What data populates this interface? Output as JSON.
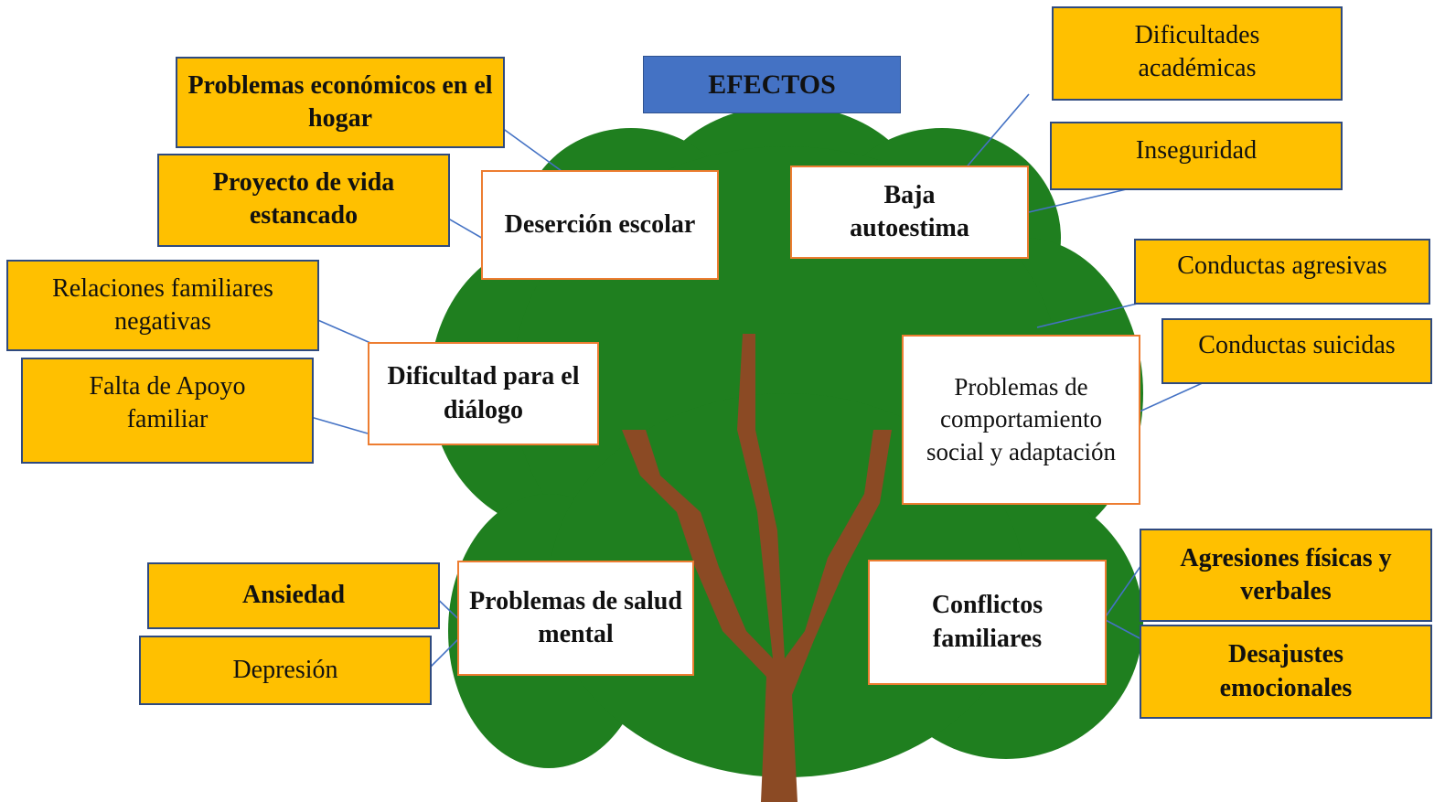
{
  "title": "EFECTOS",
  "effects": {
    "desercion": "Deserción escolar",
    "autoestima": "Baja autoestima",
    "dialogo": "Dificultad para el diálogo",
    "comportamiento": "Problemas de comportamiento social y adaptación",
    "salud": "Problemas de salud mental",
    "conflictos": "Conflictos familiares"
  },
  "causes": {
    "economicos": "Problemas económicos en el hogar",
    "proyecto": "Proyecto de vida estancado",
    "relaciones": "Relaciones familiares negativas",
    "apoyo": "Falta de Apoyo familiar",
    "ansiedad": "Ansiedad",
    "depresion": "Depresión",
    "academicas": "Dificultades académicas",
    "inseguridad": "Inseguridad",
    "agresivas": "Conductas agresivas",
    "suicidas": "Conductas suicidas",
    "agresiones": "Agresiones físicas y verbales",
    "desajustes": "Desajustes emocionales"
  },
  "colors": {
    "title_fill": "#4472c4",
    "effect_border": "#ed7d31",
    "cause_fill": "#ffc000",
    "cause_border": "#2f4a7f",
    "tree_foliage": "#1f7f1f",
    "tree_trunk": "#8b4a24",
    "connector": "#4472c4"
  }
}
